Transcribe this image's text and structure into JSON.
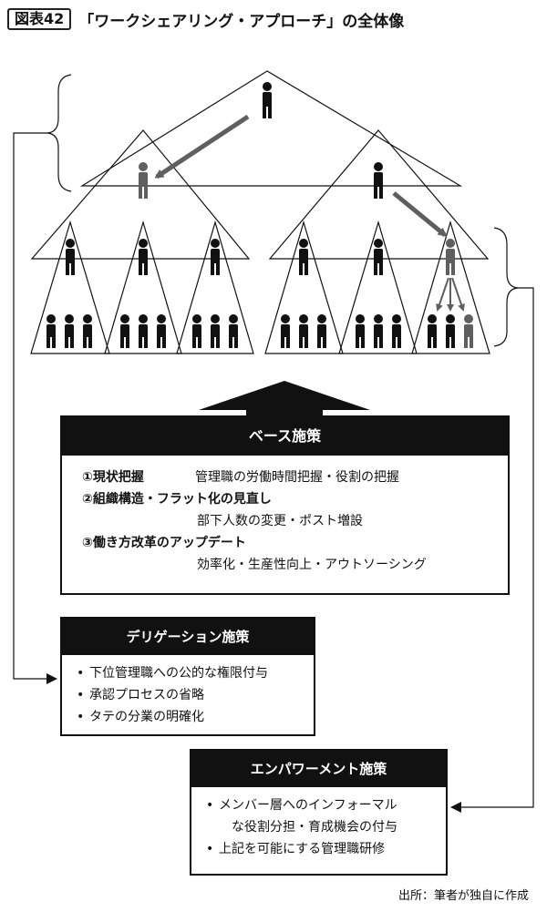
{
  "header": {
    "figure_label": "図表42",
    "title": "「ワークシェアリング・アプローチ」の全体像"
  },
  "base": {
    "heading": "ベース施策",
    "items": [
      {
        "title": "①現状把握",
        "desc": "管理職の労働時間把握・役割の把握",
        "sub": ""
      },
      {
        "title": "②組織構造・フラット化の見直し",
        "desc": "",
        "sub": "部下人数の変更・ポスト増設"
      },
      {
        "title": "③働き方改革のアップデート",
        "desc": "",
        "sub": "効率化・生産性向上・アウトソーシング"
      }
    ]
  },
  "delegation": {
    "heading": "デリゲーション施策",
    "items": [
      "下位管理職への公的な権限付与",
      "承認プロセスの省略",
      "タテの分業の明確化"
    ]
  },
  "empowerment": {
    "heading": "エンパワーメント施策",
    "items": [
      {
        "line1": "メンバー層へのインフォーマル",
        "line2": "な役割分担・育成機会の付与"
      },
      {
        "line1": "上記を可能にする管理職研修",
        "line2": ""
      }
    ]
  },
  "source": "出所：筆者が独自に作成",
  "colors": {
    "primary": "#111111",
    "accent_gray": "#5f5f5f",
    "background": "#ffffff"
  }
}
